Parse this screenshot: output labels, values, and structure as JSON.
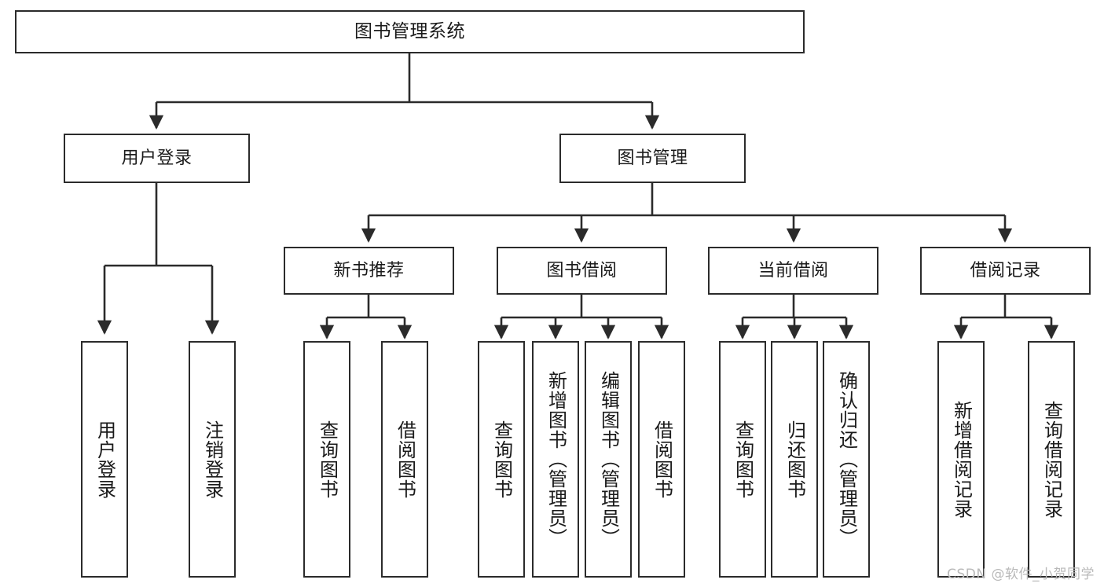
{
  "diagram": {
    "title": "图书管理系统",
    "watermark": "CSDN @软件_小贺同学",
    "colors": {
      "box_border": "#2b2b2b",
      "box_fill": "#ffffff",
      "edge": "#2b2b2b",
      "text": "#1a1a1a",
      "watermark": "#b9b9b9",
      "background": "#ffffff"
    },
    "root": {
      "label": "图书管理系统"
    },
    "level2": [
      {
        "label": "用户登录"
      },
      {
        "label": "图书管理"
      }
    ],
    "level3": [
      {
        "label": "新书推荐"
      },
      {
        "label": "图书借阅"
      },
      {
        "label": "当前借阅"
      },
      {
        "label": "借阅记录"
      }
    ],
    "leaves": {
      "user_login": [
        {
          "label": "用户登录"
        },
        {
          "label": "注销登录"
        }
      ],
      "new_book_recommend": [
        {
          "label": "查询图书"
        },
        {
          "label": "借阅图书"
        }
      ],
      "book_borrow": [
        {
          "label": "查询图书"
        },
        {
          "label": "新增图书（管理员）"
        },
        {
          "label": "编辑图书（管理员）"
        },
        {
          "label": "借阅图书"
        }
      ],
      "current_borrow": [
        {
          "label": "查询图书"
        },
        {
          "label": "归还图书"
        },
        {
          "label": "确认归还（管理员）"
        }
      ],
      "borrow_record": [
        {
          "label": "新增借阅记录"
        },
        {
          "label": "查询借阅记录"
        }
      ]
    }
  }
}
